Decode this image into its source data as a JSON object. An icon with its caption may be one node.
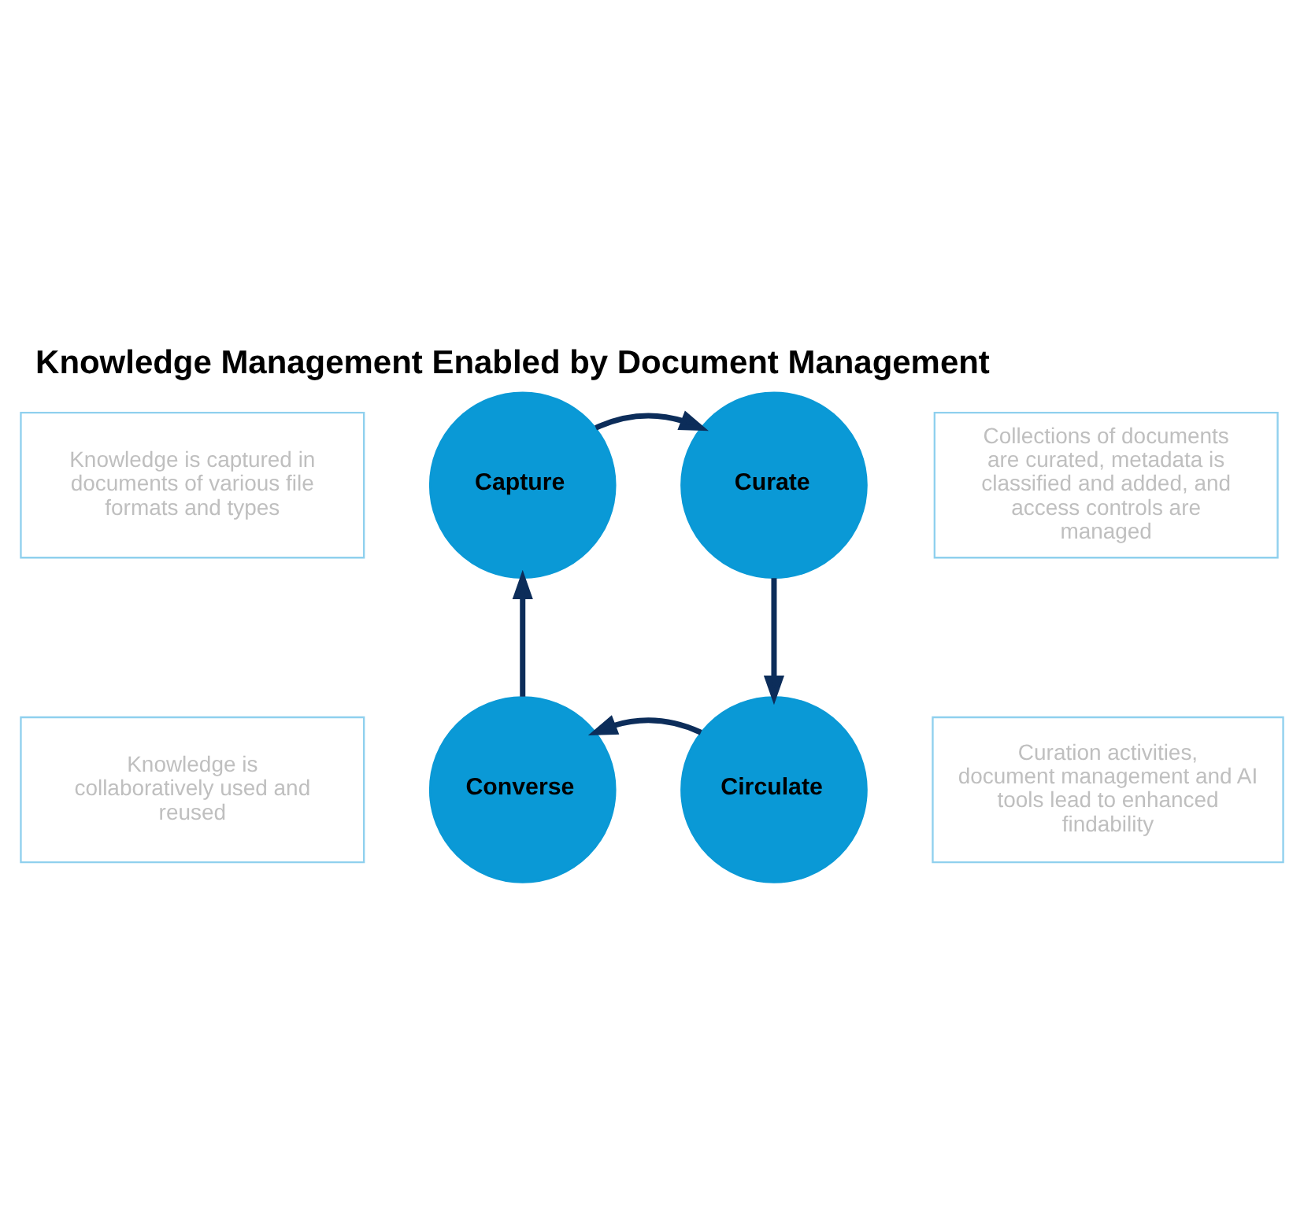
{
  "diagram": {
    "title": "Knowledge Management Enabled by Document Management",
    "nodes": [
      {
        "text": [
          "Knowledge is captured in documents of various file formats and types"
        ]
      },
      {
        "text": [
          "Capture"
        ]
      },
      {
        "text": [
          "Curate"
        ]
      },
      {
        "text": [
          "Collections of documents are curated, metadata is classified and added, and access controls are managed"
        ]
      },
      {
        "text": [
          "Knowledge is collaboratively used and reused"
        ]
      },
      {
        "text": [
          "Converse"
        ]
      },
      {
        "text": [
          "Circulate"
        ]
      },
      {
        "text": [
          "Curation activities, document management and AI tools lead to enhanced findability"
        ]
      }
    ],
    "edges": [
      {
        "from": 1,
        "to": 2,
        "arrow": "to"
      },
      {
        "from": 2,
        "to": 6,
        "arrow": "to"
      },
      {
        "from": 6,
        "to": 5,
        "arrow": "to"
      },
      {
        "from": 5,
        "to": 1,
        "arrow": "to"
      }
    ]
  }
}
